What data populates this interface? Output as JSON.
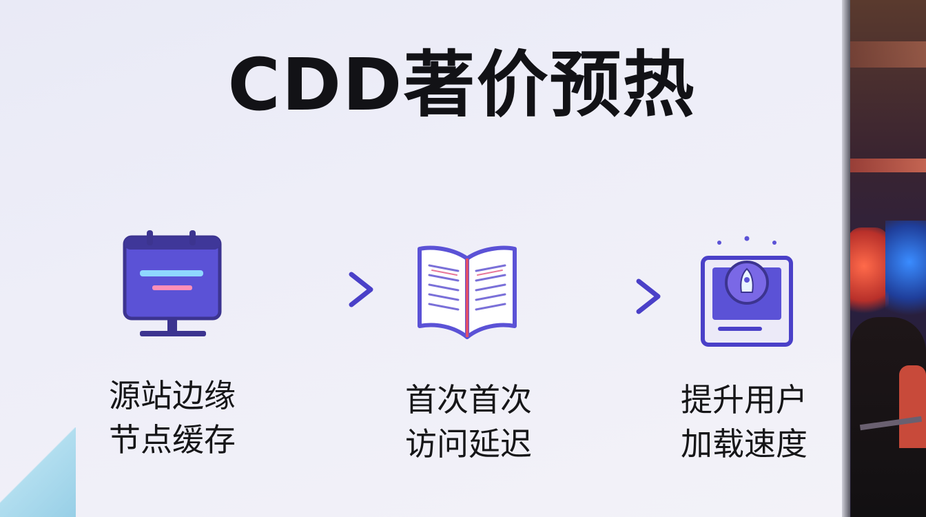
{
  "slide": {
    "title": "CDD著价预热",
    "steps": [
      {
        "icon": "monitor-icon",
        "line1": "源站边缘",
        "line2": "节点缓存"
      },
      {
        "icon": "open-book-icon",
        "line1": "首次首次",
        "line2": "访问延迟"
      },
      {
        "icon": "rocket-window-icon",
        "line1": "提升用户",
        "line2": "加载速度"
      }
    ],
    "arrows": [
      "arrow-right-icon",
      "arrow-right-icon"
    ]
  },
  "colors": {
    "accent": "#5b52d6",
    "screen": "#eeeef8",
    "text": "#121216"
  }
}
